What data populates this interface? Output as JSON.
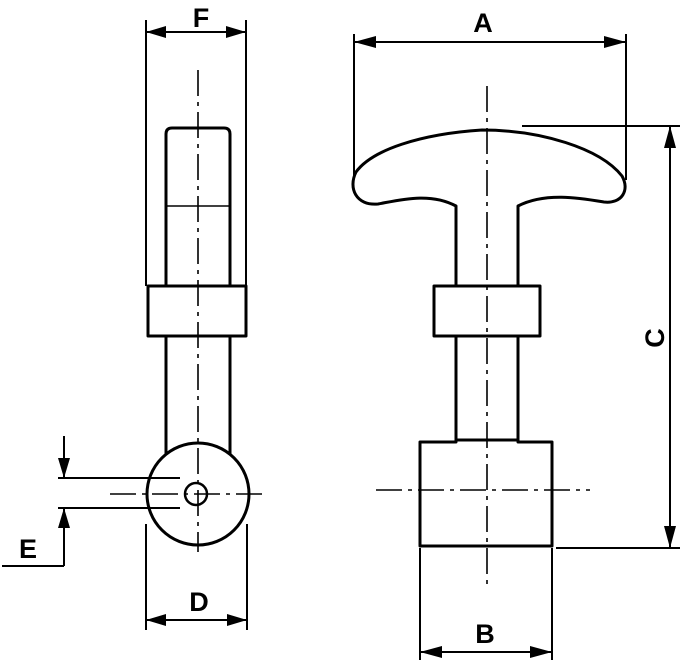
{
  "dimension_labels": {
    "A": "A",
    "B": "B",
    "C": "C",
    "D": "D",
    "E": "E",
    "F": "F"
  }
}
